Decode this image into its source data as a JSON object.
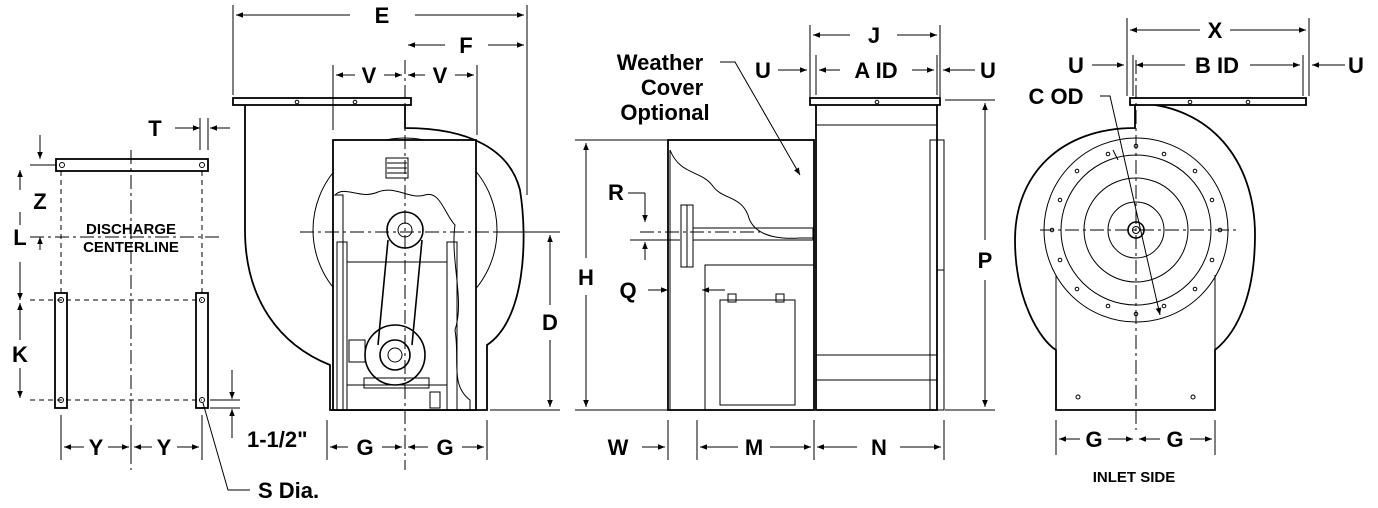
{
  "dimensions": {
    "E": "E",
    "F": "F",
    "V": "V",
    "T": "T",
    "Z": "Z",
    "L": "L",
    "K": "K",
    "Y": "Y",
    "S": "S Dia.",
    "one_half": "1-1/2\"",
    "G": "G",
    "D": "D",
    "J": "J",
    "U": "U",
    "A": "A ID",
    "R": "R",
    "Q": "Q",
    "H": "H",
    "W": "W",
    "M": "M",
    "N": "N",
    "P": "P",
    "X": "X",
    "B": "B ID",
    "C": "C OD"
  },
  "labels": {
    "discharge_line1": "DISCHARGE",
    "discharge_line2": "CENTERLINE",
    "weather_line1": "Weather",
    "weather_line2": "Cover",
    "weather_line3": "Optional",
    "inlet_side": "INLET SIDE"
  }
}
